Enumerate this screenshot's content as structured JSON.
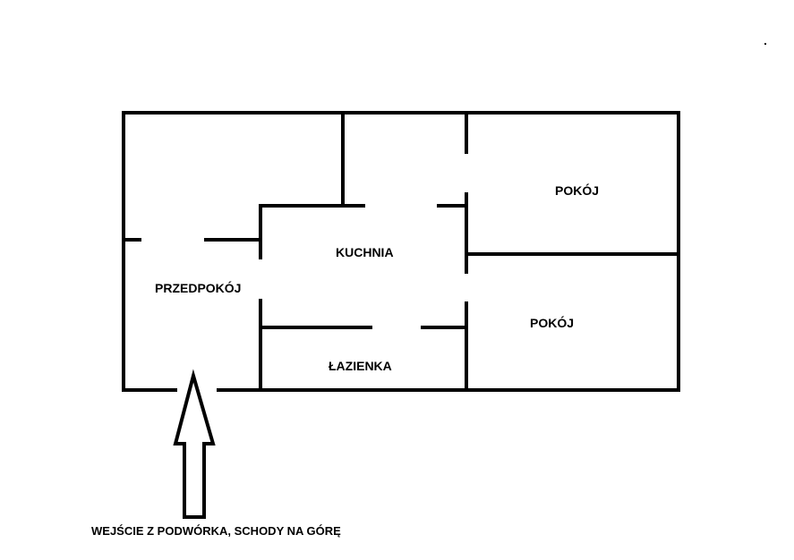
{
  "rooms": {
    "przedpokoj": "PRZEDPOKÓJ",
    "kuchnia": "KUCHNIA",
    "lazienka": "ŁAZIENKA",
    "pokoj_top": "POKÓJ",
    "pokoj_bottom": "POKÓJ"
  },
  "entrance": {
    "caption": "WEJŚCIE Z PODWÓRKA, SCHODY NA GÓRĘ",
    "icon": "arrow-up-icon"
  },
  "colors": {
    "wall": "#000000",
    "background": "#ffffff"
  }
}
